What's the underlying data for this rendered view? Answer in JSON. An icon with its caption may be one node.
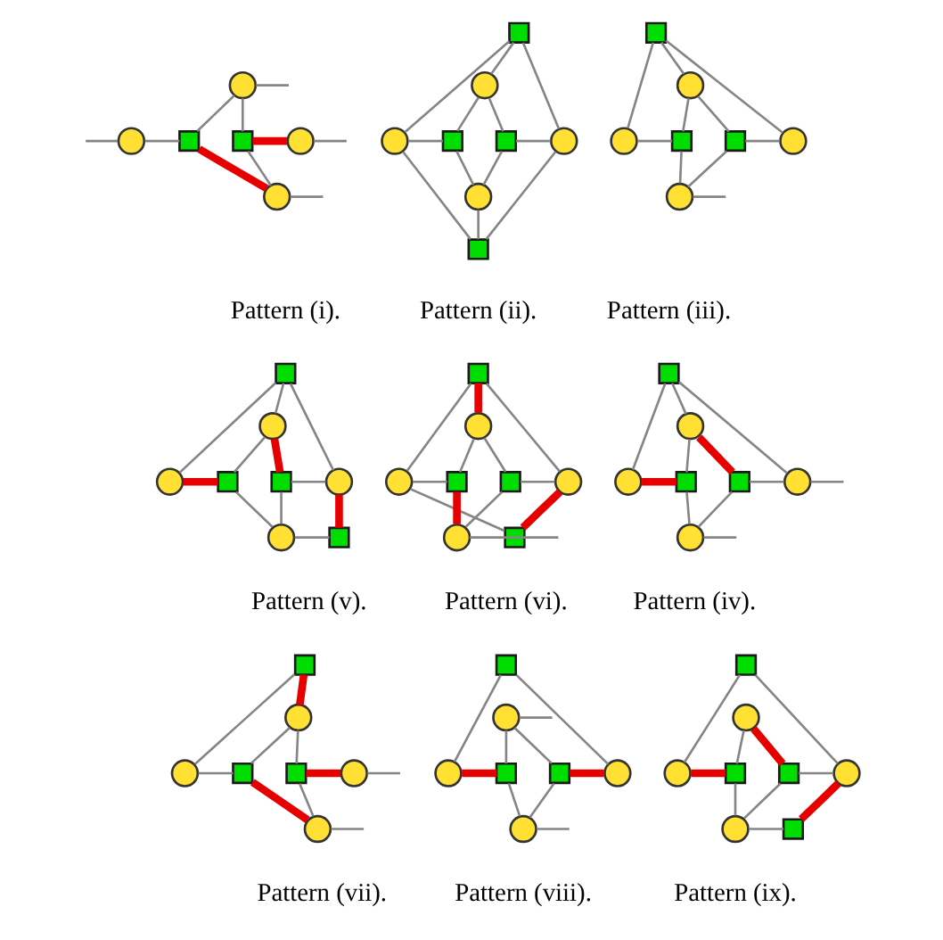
{
  "diagram": {
    "nodes": [
      {
        "text": [],
        "shape": "circle"
      },
      {
        "text": [],
        "shape": "circle"
      },
      {
        "text": [],
        "shape": "box"
      },
      {
        "text": [],
        "shape": "box"
      },
      {
        "text": [],
        "shape": "circle"
      },
      {
        "text": [],
        "shape": "circle"
      },
      {
        "text": [],
        "shape": "box"
      },
      {
        "text": [],
        "shape": "circle"
      },
      {
        "text": [],
        "shape": "circle"
      },
      {
        "text": [],
        "shape": "box"
      },
      {
        "text": [],
        "shape": "box"
      },
      {
        "text": [],
        "shape": "circle"
      },
      {
        "text": [],
        "shape": "circle"
      },
      {
        "text": [],
        "shape": "box"
      },
      {
        "text": [],
        "shape": "box"
      },
      {
        "text": [],
        "shape": "circle"
      },
      {
        "text": [],
        "shape": "circle"
      },
      {
        "text": [],
        "shape": "box"
      },
      {
        "text": [],
        "shape": "box"
      },
      {
        "text": [],
        "shape": "circle"
      },
      {
        "text": [],
        "shape": "circle"
      },
      {
        "text": [],
        "shape": "box"
      },
      {
        "text": [],
        "shape": "circle"
      },
      {
        "text": [],
        "shape": "circle"
      },
      {
        "text": [],
        "shape": "box"
      },
      {
        "text": [],
        "shape": "box"
      },
      {
        "text": [],
        "shape": "circle"
      },
      {
        "text": [],
        "shape": "circle"
      },
      {
        "text": [],
        "shape": "box"
      },
      {
        "text": [],
        "shape": "box"
      },
      {
        "text": [],
        "shape": "circle"
      },
      {
        "text": [],
        "shape": "circle"
      },
      {
        "text": [],
        "shape": "box"
      },
      {
        "text": [],
        "shape": "box"
      },
      {
        "text": [],
        "shape": "circle"
      },
      {
        "text": [],
        "shape": "circle"
      },
      {
        "text": [],
        "shape": "box"
      },
      {
        "text": [],
        "shape": "box"
      },
      {
        "text": [],
        "shape": "circle"
      },
      {
        "text": [],
        "shape": "circle"
      },
      {
        "text": [],
        "shape": "box"
      },
      {
        "text": [],
        "shape": "box"
      },
      {
        "text": [],
        "shape": "circle"
      },
      {
        "text": [],
        "shape": "circle"
      },
      {
        "text": [],
        "shape": "box"
      },
      {
        "text": [],
        "shape": "circle"
      },
      {
        "text": [],
        "shape": "circle"
      },
      {
        "text": [],
        "shape": "box"
      },
      {
        "text": [],
        "shape": "box"
      },
      {
        "text": [],
        "shape": "circle"
      },
      {
        "text": [],
        "shape": "circle"
      },
      {
        "text": [],
        "shape": "box"
      },
      {
        "text": [],
        "shape": "circle"
      },
      {
        "text": [],
        "shape": "circle"
      },
      {
        "text": [],
        "shape": "box"
      },
      {
        "text": [],
        "shape": "box"
      },
      {
        "text": [],
        "shape": "circle"
      },
      {
        "text": [],
        "shape": "circle"
      },
      {
        "text": [],
        "shape": "box"
      },
      {
        "text": [],
        "shape": "circle"
      },
      {
        "text": [],
        "shape": "circle"
      },
      {
        "text": [],
        "shape": "box"
      },
      {
        "text": [],
        "shape": "box"
      },
      {
        "text": [],
        "shape": "circle"
      },
      {
        "text": [],
        "shape": "circle"
      },
      {
        "text": [],
        "shape": "box"
      }
    ],
    "edges": [
      {
        "from": 1,
        "to": 2,
        "arrow": "none"
      },
      {
        "from": 0,
        "to": 2,
        "arrow": "none"
      },
      {
        "from": 0,
        "to": 3,
        "arrow": "none"
      },
      {
        "from": 2,
        "to": 5,
        "arrow": "none",
        "style": "thick",
        "color": "#e60000"
      },
      {
        "from": 3,
        "to": 5,
        "arrow": "none"
      },
      {
        "from": 3,
        "to": 4,
        "arrow": "none",
        "style": "thick",
        "color": "#e60000"
      },
      {
        "from": 1,
        "to": null,
        "arrow": "none"
      },
      {
        "from": 0,
        "to": null,
        "arrow": "none"
      },
      {
        "from": 4,
        "to": null,
        "arrow": "none"
      },
      {
        "from": 5,
        "to": null,
        "arrow": "none"
      },
      {
        "from": 6,
        "to": 7,
        "arrow": "none"
      },
      {
        "from": 6,
        "to": 8,
        "arrow": "none"
      },
      {
        "from": 6,
        "to": 11,
        "arrow": "none"
      },
      {
        "from": 8,
        "to": 9,
        "arrow": "none"
      },
      {
        "from": 7,
        "to": 9,
        "arrow": "none"
      },
      {
        "from": 7,
        "to": 10,
        "arrow": "none"
      },
      {
        "from": 10,
        "to": 11,
        "arrow": "none"
      },
      {
        "from": 9,
        "to": 12,
        "arrow": "none"
      },
      {
        "from": 10,
        "to": 12,
        "arrow": "none"
      },
      {
        "from": 8,
        "to": 13,
        "arrow": "none"
      },
      {
        "from": 11,
        "to": 13,
        "arrow": "none"
      },
      {
        "from": 12,
        "to": 13,
        "arrow": "none"
      },
      {
        "from": 14,
        "to": 15,
        "arrow": "none"
      },
      {
        "from": 14,
        "to": 16,
        "arrow": "none"
      },
      {
        "from": 14,
        "to": 19,
        "arrow": "none"
      },
      {
        "from": 16,
        "to": 17,
        "arrow": "none"
      },
      {
        "from": 15,
        "to": 17,
        "arrow": "none"
      },
      {
        "from": 15,
        "to": 18,
        "arrow": "none"
      },
      {
        "from": 18,
        "to": 19,
        "arrow": "none"
      },
      {
        "from": 17,
        "to": 20,
        "arrow": "none"
      },
      {
        "from": 18,
        "to": 20,
        "arrow": "none"
      },
      {
        "from": 20,
        "to": null,
        "arrow": "none"
      },
      {
        "from": 21,
        "to": 22,
        "arrow": "none"
      },
      {
        "from": 21,
        "to": 23,
        "arrow": "none"
      },
      {
        "from": 21,
        "to": 26,
        "arrow": "none"
      },
      {
        "from": 23,
        "to": 24,
        "arrow": "none",
        "style": "thick",
        "color": "#e60000"
      },
      {
        "from": 22,
        "to": 24,
        "arrow": "none"
      },
      {
        "from": 22,
        "to": 25,
        "arrow": "none",
        "style": "thick",
        "color": "#e60000"
      },
      {
        "from": 25,
        "to": 26,
        "arrow": "none"
      },
      {
        "from": 24,
        "to": 27,
        "arrow": "none"
      },
      {
        "from": 25,
        "to": 27,
        "arrow": "none"
      },
      {
        "from": 26,
        "to": 28,
        "arrow": "none",
        "style": "thick",
        "color": "#e60000"
      },
      {
        "from": 27,
        "to": 28,
        "arrow": "none"
      },
      {
        "from": 29,
        "to": 30,
        "arrow": "none",
        "style": "thick",
        "color": "#e60000"
      },
      {
        "from": 29,
        "to": 31,
        "arrow": "none"
      },
      {
        "from": 29,
        "to": 34,
        "arrow": "none"
      },
      {
        "from": 31,
        "to": 32,
        "arrow": "none"
      },
      {
        "from": 30,
        "to": 32,
        "arrow": "none"
      },
      {
        "from": 30,
        "to": 33,
        "arrow": "none"
      },
      {
        "from": 33,
        "to": 34,
        "arrow": "none"
      },
      {
        "from": 32,
        "to": 35,
        "arrow": "none",
        "style": "thick",
        "color": "#e60000"
      },
      {
        "from": 33,
        "to": 35,
        "arrow": "none"
      },
      {
        "from": 31,
        "to": 36,
        "arrow": "none"
      },
      {
        "from": 34,
        "to": 36,
        "arrow": "none",
        "style": "thick",
        "color": "#e60000"
      },
      {
        "from": 35,
        "to": null,
        "arrow": "none"
      },
      {
        "from": 37,
        "to": 38,
        "arrow": "none"
      },
      {
        "from": 37,
        "to": 39,
        "arrow": "none"
      },
      {
        "from": 37,
        "to": 42,
        "arrow": "none"
      },
      {
        "from": 39,
        "to": 40,
        "arrow": "none",
        "style": "thick",
        "color": "#e60000"
      },
      {
        "from": 38,
        "to": 40,
        "arrow": "none"
      },
      {
        "from": 38,
        "to": 41,
        "arrow": "none",
        "style": "thick",
        "color": "#e60000"
      },
      {
        "from": 41,
        "to": 42,
        "arrow": "none"
      },
      {
        "from": 40,
        "to": 43,
        "arrow": "none"
      },
      {
        "from": 41,
        "to": 43,
        "arrow": "none"
      },
      {
        "from": 42,
        "to": null,
        "arrow": "none"
      },
      {
        "from": 43,
        "to": null,
        "arrow": "none"
      },
      {
        "from": 44,
        "to": 45,
        "arrow": "none",
        "style": "thick",
        "color": "#e60000"
      },
      {
        "from": 44,
        "to": 46,
        "arrow": "none"
      },
      {
        "from": 46,
        "to": 47,
        "arrow": "none"
      },
      {
        "from": 45,
        "to": 47,
        "arrow": "none"
      },
      {
        "from": 45,
        "to": 48,
        "arrow": "none"
      },
      {
        "from": 48,
        "to": 49,
        "arrow": "none",
        "style": "thick",
        "color": "#e60000"
      },
      {
        "from": 47,
        "to": 50,
        "arrow": "none",
        "style": "thick",
        "color": "#e60000"
      },
      {
        "from": 48,
        "to": 50,
        "arrow": "none"
      },
      {
        "from": 49,
        "to": null,
        "arrow": "none"
      },
      {
        "from": 50,
        "to": null,
        "arrow": "none"
      },
      {
        "from": 51,
        "to": 53,
        "arrow": "none"
      },
      {
        "from": 51,
        "to": 56,
        "arrow": "none"
      },
      {
        "from": 53,
        "to": 54,
        "arrow": "none",
        "style": "thick",
        "color": "#e60000"
      },
      {
        "from": 52,
        "to": 54,
        "arrow": "none"
      },
      {
        "from": 52,
        "to": 55,
        "arrow": "none"
      },
      {
        "from": 55,
        "to": 56,
        "arrow": "none",
        "style": "thick",
        "color": "#e60000"
      },
      {
        "from": 54,
        "to": 57,
        "arrow": "none"
      },
      {
        "from": 55,
        "to": 57,
        "arrow": "none"
      },
      {
        "from": 52,
        "to": null,
        "arrow": "none"
      },
      {
        "from": 57,
        "to": null,
        "arrow": "none"
      },
      {
        "from": 58,
        "to": 60,
        "arrow": "none"
      },
      {
        "from": 58,
        "to": 63,
        "arrow": "none"
      },
      {
        "from": 60,
        "to": 61,
        "arrow": "none",
        "style": "thick",
        "color": "#e60000"
      },
      {
        "from": 59,
        "to": 61,
        "arrow": "none"
      },
      {
        "from": 59,
        "to": 62,
        "arrow": "none",
        "style": "thick",
        "color": "#e60000"
      },
      {
        "from": 62,
        "to": 63,
        "arrow": "none"
      },
      {
        "from": 61,
        "to": 64,
        "arrow": "none"
      },
      {
        "from": 62,
        "to": 64,
        "arrow": "none"
      },
      {
        "from": 63,
        "to": 65,
        "arrow": "none",
        "style": "thick",
        "color": "#e60000"
      },
      {
        "from": 64,
        "to": 65,
        "arrow": "none"
      }
    ],
    "labels": [
      "Pattern (i).",
      "Pattern (ii).",
      "Pattern (iii).",
      "Pattern (v).",
      "Pattern (vi).",
      "Pattern (iv).",
      "Pattern (vii).",
      "Pattern (viii).",
      "Pattern (ix)."
    ]
  }
}
